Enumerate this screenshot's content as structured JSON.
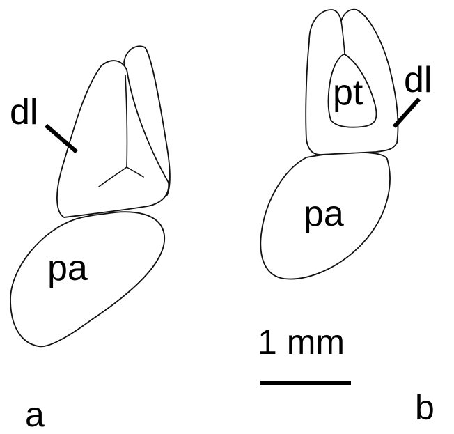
{
  "figure_a": {
    "panel_label": "a",
    "labels": {
      "dl": "dl",
      "pa": "pa"
    }
  },
  "figure_b": {
    "panel_label": "b",
    "labels": {
      "pt": "pt",
      "dl": "dl",
      "pa": "pa"
    }
  },
  "scale": {
    "label": "1 mm"
  },
  "colors": {
    "line": "#111111",
    "background": "#ffffff"
  }
}
